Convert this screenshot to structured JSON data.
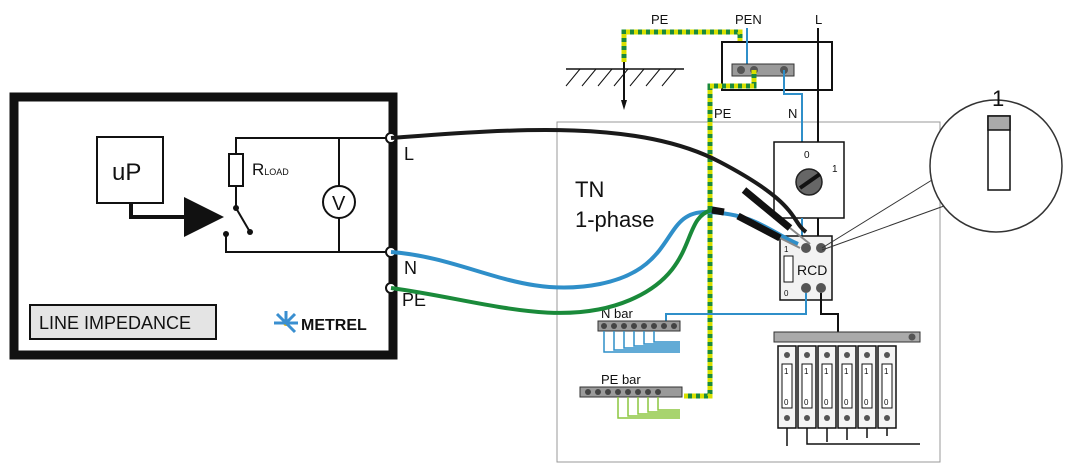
{
  "instrument": {
    "up_label": "uP",
    "rload_r": "R",
    "rload_sub": "LOAD",
    "voltmeter": "V",
    "box_label": "LINE IMPEDANCE",
    "brand": "METREL",
    "terminal_l": "L",
    "terminal_n": "N",
    "terminal_pe": "PE"
  },
  "installation": {
    "system_line1": "TN",
    "system_line2": "1-phase",
    "pe_top": "PE",
    "pen": "PEN",
    "l_top": "L",
    "pe_inside": "PE",
    "n_inside": "N",
    "switch_0": "0",
    "switch_1": "1",
    "rcd": "RCD",
    "rcd_1": "1",
    "rcd_0": "0",
    "n_bar": "N bar",
    "pe_bar": "PE bar",
    "breaker_on": "1",
    "breaker_off": "0",
    "zoom_label": "1"
  },
  "colors": {
    "line_black": "#1a1a1a",
    "neutral_blue": "#2f8fc9",
    "pe_green": "#1a8a3a",
    "pe_yellow": "#d8e000",
    "frame_gray": "#555555"
  }
}
